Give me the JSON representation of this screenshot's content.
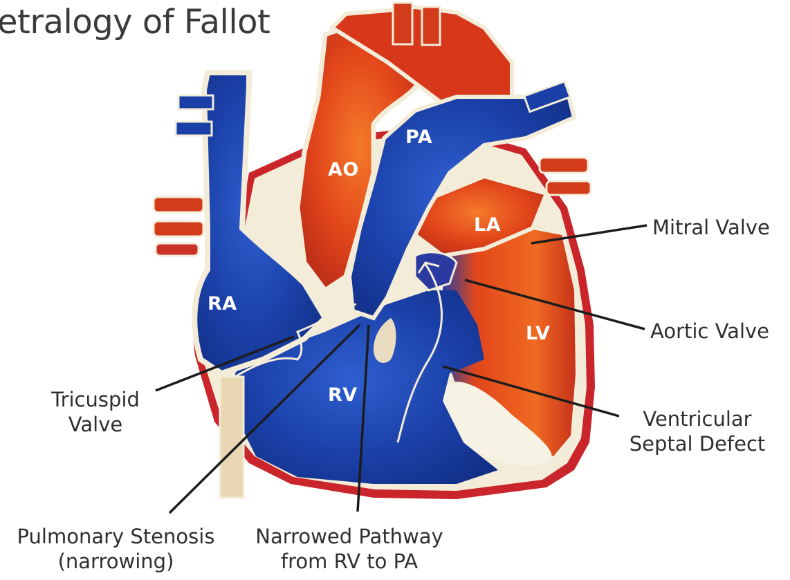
{
  "title": "etralogy of Fallot",
  "chambers": {
    "ao": "AO",
    "pa": "PA",
    "la": "LA",
    "ra": "RA",
    "lv": "LV",
    "rv": "RV"
  },
  "labels": {
    "mitral_valve": "Mitral Valve",
    "aortic_valve": "Aortic Valve",
    "ventricular_septal_defect_1": "Ventricular",
    "ventricular_septal_defect_2": "Septal Defect",
    "tricuspid_valve_1": "Tricuspid",
    "tricuspid_valve_2": "Valve",
    "pulmonary_stenosis_1": "Pulmonary Stenosis",
    "pulmonary_stenosis_2": "(narrowing)",
    "narrowed_pathway_1": "Narrowed Pathway",
    "narrowed_pathway_2": "from RV to PA"
  },
  "colors": {
    "oxygenated": "#e2461a",
    "deoxygenated": "#1a3fa6",
    "wall": "#c9252a",
    "tissue": "#f3ecd8",
    "leader_line": "#1c1c1c"
  }
}
